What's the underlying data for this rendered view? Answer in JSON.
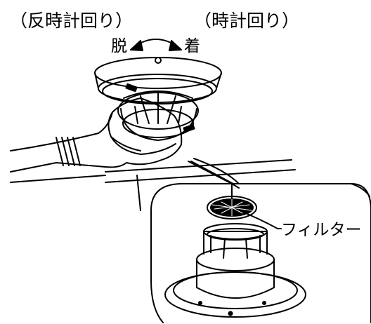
{
  "labels": {
    "counterclockwise": "（反時計回り）",
    "clockwise": "（時計回り）",
    "remove": "脱",
    "attach": "着",
    "filter": "フィルター"
  },
  "colors": {
    "line": "#000000",
    "background": "#ffffff"
  }
}
